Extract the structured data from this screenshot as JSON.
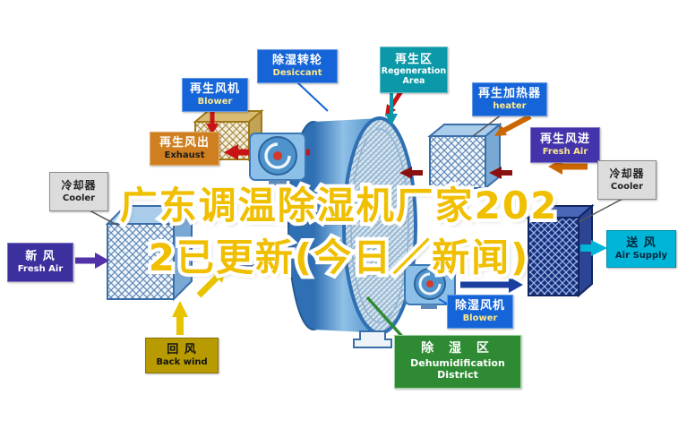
{
  "watermark": {
    "line1": "广东调温除湿机厂家202",
    "line2": "2已更新(今日／新闻)"
  },
  "labels": {
    "desiccant": {
      "zh": "除湿转轮",
      "en": "Desiccant"
    },
    "regen_area": {
      "zh": "再生区",
      "en": "Regeneration Area"
    },
    "regen_blower": {
      "zh": "再生风机",
      "en": "Blower"
    },
    "regen_heater": {
      "zh": "再生加热器",
      "en": "heater"
    },
    "exhaust": {
      "zh": "再生风出",
      "en": "Exhaust"
    },
    "regen_fresh_air": {
      "zh": "再生风进",
      "en": "Fresh Air"
    },
    "cooler_left": {
      "zh": "冷却器",
      "en": "Cooler"
    },
    "cooler_right": {
      "zh": "冷却器",
      "en": "Cooler"
    },
    "fresh_air": {
      "zh": "新 风",
      "en": "Fresh Air"
    },
    "air_supply": {
      "zh": "送 风",
      "en": "Air Supply"
    },
    "back_wind": {
      "zh": "回 风",
      "en": "Back wind"
    },
    "dehumid_blower": {
      "zh": "除湿风机",
      "en": "Blower"
    },
    "dehumid_district": {
      "zh": "除 湿 区",
      "en": "Dehumidification District"
    }
  },
  "palette": {
    "label_blue": "#1565d8",
    "label_teal": "#0b98a8",
    "label_orange": "#cf7f1f",
    "label_indigo": "#4434ac",
    "label_gray": "#dcdcdc",
    "label_dark_indigo": "#3c2f9e",
    "label_cyan": "#00b5d8",
    "label_olive": "#b79b00",
    "label_green": "#2e8b33",
    "watermark_yellow": "#f0bf00",
    "arrow_red": "#c81414",
    "arrow_dark_red": "#8b1010",
    "arrow_orange": "#cc6600",
    "arrow_yellow": "#e8c400",
    "arrow_purple": "#5232a8",
    "arrow_navy": "#1a3f9e",
    "arrow_cyan": "#00b5d8",
    "rotor_blue": "#4b8ec9"
  }
}
